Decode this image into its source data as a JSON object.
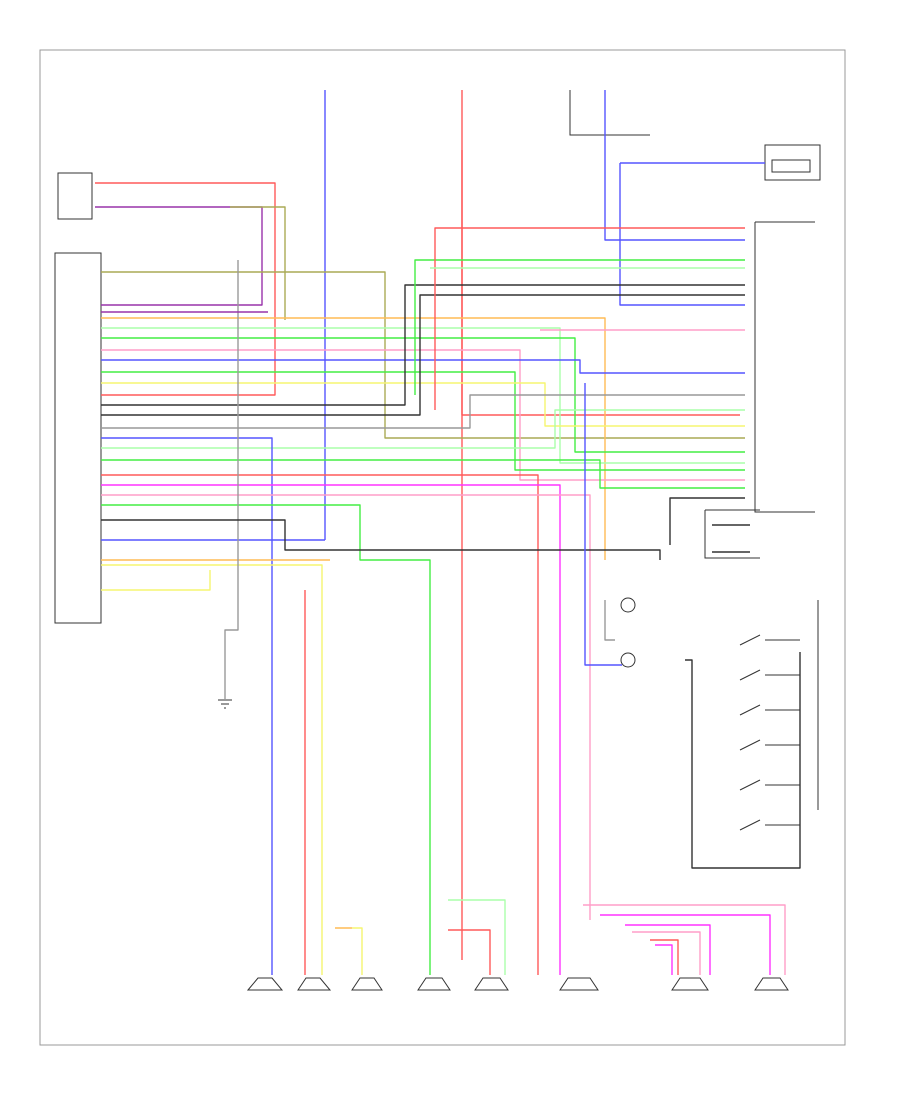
{
  "colors": {
    "red": "#ff5a5a",
    "pink": "#ff9ec8",
    "magenta": "#ff33ff",
    "blue": "#5555ff",
    "green": "#44ee44",
    "lightgreen": "#aaffaa",
    "yellow": "#f5f570",
    "orange": "#ffbb55",
    "purple": "#9933aa",
    "olive": "#aaaa55",
    "gray": "#999999",
    "black": "#333333",
    "brown": "#aa7755"
  },
  "wires": {
    "main_red": "red",
    "main_blue": "blue",
    "main_green": "green",
    "main_yellow": "yellow",
    "main_magenta": "magenta",
    "main_black": "black"
  }
}
